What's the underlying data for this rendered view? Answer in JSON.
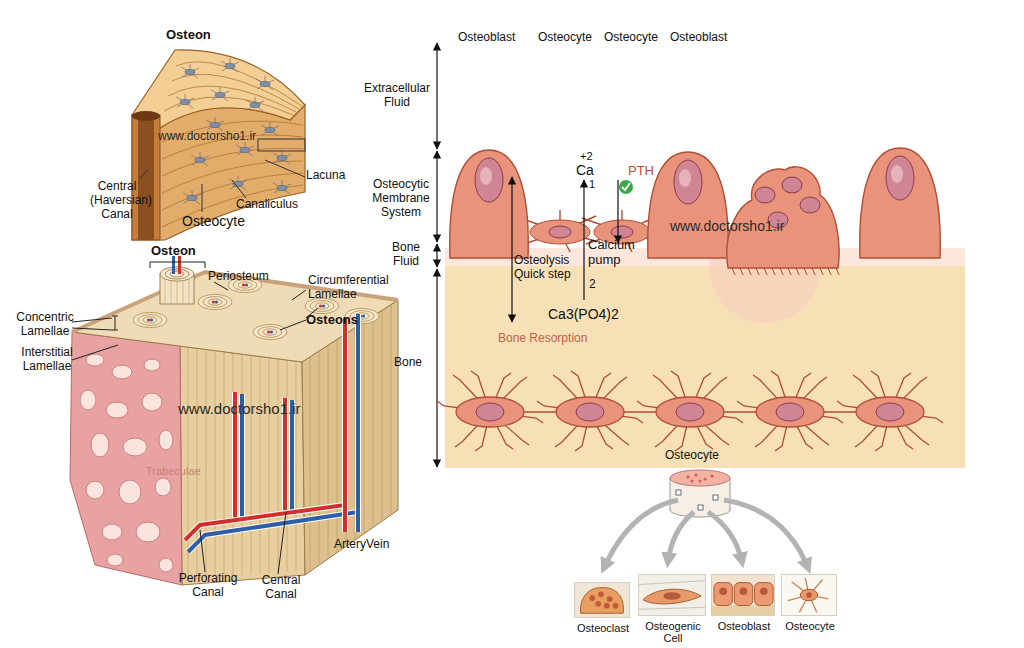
{
  "diagram": {
    "nodes": [
      {
        "text": [
          "Osteoclast"
        ]
      },
      {
        "text": [
          "Osteogenic Cell"
        ]
      },
      {
        "text": [
          "Osteoblast"
        ]
      },
      {
        "text": [
          "Osteocyte"
        ]
      }
    ],
    "labels": [
      "Osteon",
      "www.doctorsho1.ir",
      "Lacuna",
      "Canaliculus",
      "Osteocyte",
      "Central (Haversian) Canal",
      "Osteon",
      "Periosteum",
      "Circumferential Lamellae",
      "Osteons",
      "Concentric Lamellae",
      "Interstitial Lamellae",
      "www.doctorsho1.ir",
      "Trabeculae",
      "Artery",
      "Vein",
      "Perforating Canal",
      "Central Canal",
      "Osteoblast",
      "Osteocyte",
      "Osteocyte",
      "Osteoblast",
      "Extracellular Fluid",
      "Osteocytic Membrane System",
      "Bone Fluid",
      "Bone",
      "+2",
      "Ca",
      "1",
      "PTH",
      "Calcium pump",
      "Osteolysis Quick step",
      "2",
      "Ca3(PO4)2",
      "Bone Resorption",
      "www.doctorsho1.ir",
      "Osteocyte"
    ]
  }
}
